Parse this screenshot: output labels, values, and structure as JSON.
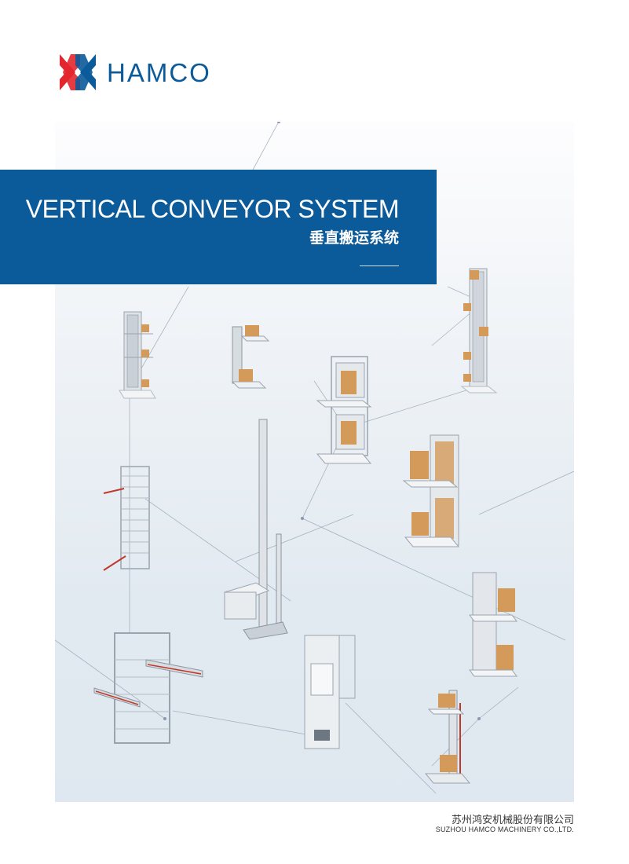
{
  "brand": {
    "name": "HAMCO",
    "colors": {
      "red": "#e3262e",
      "blue": "#0b5a9a"
    },
    "icon": "hamco-logo-icon"
  },
  "banner": {
    "title": "VERTICAL CONVEYOR SYSTEM",
    "subtitle": "垂直搬运系统",
    "background": "#0b5a9a"
  },
  "products": [
    {
      "name": "tall-vertical-lifter-product"
    },
    {
      "name": "platform-lifter-product"
    },
    {
      "name": "double-deck-lifter-product"
    },
    {
      "name": "tall-tower-conveyor-product"
    },
    {
      "name": "rack-conveyor-product"
    },
    {
      "name": "mast-lifter-product"
    },
    {
      "name": "twin-platform-lifter-product"
    },
    {
      "name": "frame-conveyor-product"
    },
    {
      "name": "enclosed-lift-product"
    },
    {
      "name": "dual-level-lifter-product"
    },
    {
      "name": "compact-lifter-product"
    }
  ],
  "footer": {
    "company_cn": "苏州鸿安机械股份有限公司",
    "company_en": "SUZHOU HAMCO MACHINERY CO.,LTD."
  }
}
